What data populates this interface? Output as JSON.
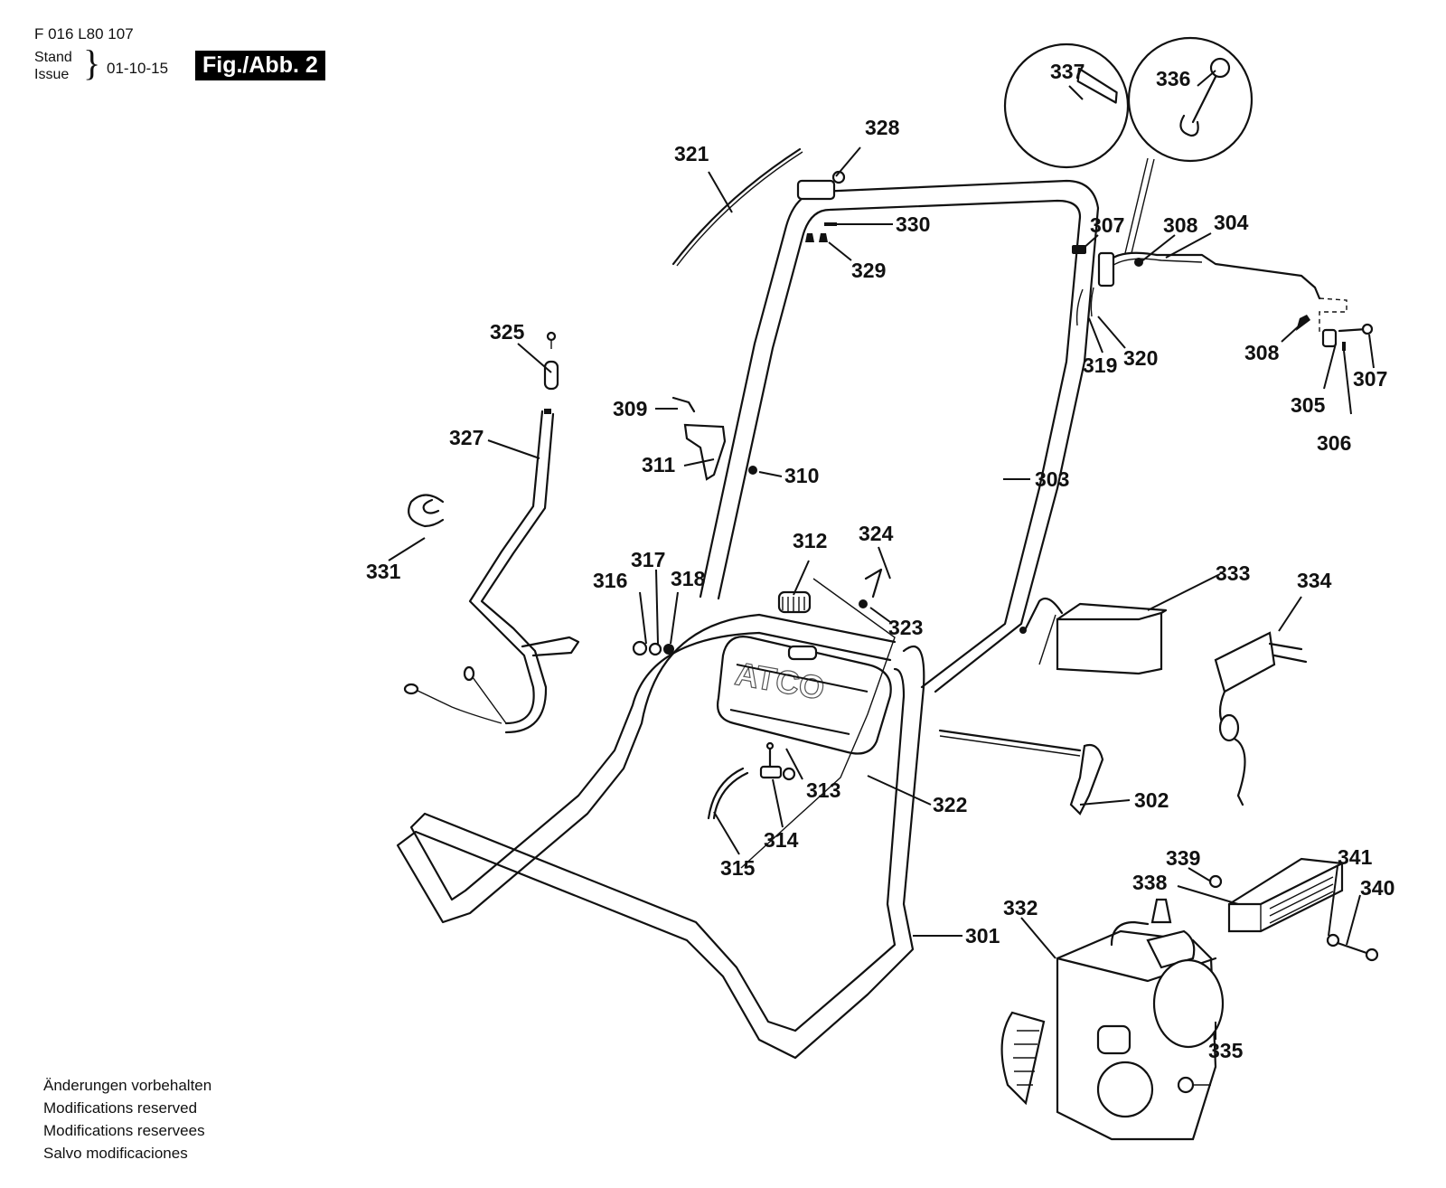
{
  "header": {
    "document_number": "F 016 L80 107",
    "stand_label": "Stand",
    "issue_label": "Issue",
    "issue_date": "01-10-15",
    "figure_label": "Fig./Abb. 2"
  },
  "footer_notes": [
    "Änderungen vorbehalten",
    "Modifications reserved",
    "Modifications reservees",
    "Salvo modificaciones"
  ],
  "diagram": {
    "brand_on_tank": "ATCO",
    "callouts": [
      {
        "id": "p301",
        "label": "301",
        "part": "lower-handle-frame"
      },
      {
        "id": "p302",
        "label": "302",
        "part": "throttle-rod-lever"
      },
      {
        "id": "p303",
        "label": "303",
        "part": "upper-handle-tube"
      },
      {
        "id": "p304",
        "label": "304",
        "part": "control-rod"
      },
      {
        "id": "p305",
        "label": "305",
        "part": "bracket"
      },
      {
        "id": "p306",
        "label": "306",
        "part": "pin"
      },
      {
        "id": "p307a",
        "label": "307",
        "part": "screw"
      },
      {
        "id": "p307b",
        "label": "307",
        "part": "screw"
      },
      {
        "id": "p308a",
        "label": "308",
        "part": "nut"
      },
      {
        "id": "p308b",
        "label": "308",
        "part": "nut"
      },
      {
        "id": "p309",
        "label": "309",
        "part": "bolt"
      },
      {
        "id": "p310",
        "label": "310",
        "part": "nut"
      },
      {
        "id": "p311",
        "label": "311",
        "part": "handle-clamp"
      },
      {
        "id": "p312",
        "label": "312",
        "part": "tank-cap"
      },
      {
        "id": "p313",
        "label": "313",
        "part": "fuel-tank"
      },
      {
        "id": "p314",
        "label": "314",
        "part": "fuel-tap"
      },
      {
        "id": "p315",
        "label": "315",
        "part": "fuel-hose"
      },
      {
        "id": "p316",
        "label": "316",
        "part": "nut"
      },
      {
        "id": "p317",
        "label": "317",
        "part": "washer"
      },
      {
        "id": "p318",
        "label": "318",
        "part": "washer"
      },
      {
        "id": "p319",
        "label": "319",
        "part": "wire"
      },
      {
        "id": "p320",
        "label": "320",
        "part": "wire"
      },
      {
        "id": "p321",
        "label": "321",
        "part": "cable"
      },
      {
        "id": "p322",
        "label": "322",
        "part": "cable"
      },
      {
        "id": "p323",
        "label": "323",
        "part": "screw"
      },
      {
        "id": "p324",
        "label": "324",
        "part": "screw"
      },
      {
        "id": "p325",
        "label": "325",
        "part": "connector"
      },
      {
        "id": "p327",
        "label": "327",
        "part": "wiring-harness"
      },
      {
        "id": "p328",
        "label": "328",
        "part": "switch"
      },
      {
        "id": "p329",
        "label": "329",
        "part": "screw"
      },
      {
        "id": "p330",
        "label": "330",
        "part": "clip"
      },
      {
        "id": "p331",
        "label": "331",
        "part": "clip"
      },
      {
        "id": "p332",
        "label": "332",
        "part": "engine"
      },
      {
        "id": "p333",
        "label": "333",
        "part": "battery"
      },
      {
        "id": "p334",
        "label": "334",
        "part": "charger"
      },
      {
        "id": "p335",
        "label": "335",
        "part": "air-filter"
      },
      {
        "id": "p336",
        "label": "336",
        "part": "spring-clip"
      },
      {
        "id": "p337",
        "label": "337",
        "part": "pin"
      },
      {
        "id": "p338",
        "label": "338",
        "part": "exhaust-gasket"
      },
      {
        "id": "p339",
        "label": "339",
        "part": "nut"
      },
      {
        "id": "p340",
        "label": "340",
        "part": "bolt"
      },
      {
        "id": "p341",
        "label": "341",
        "part": "washer"
      }
    ]
  }
}
